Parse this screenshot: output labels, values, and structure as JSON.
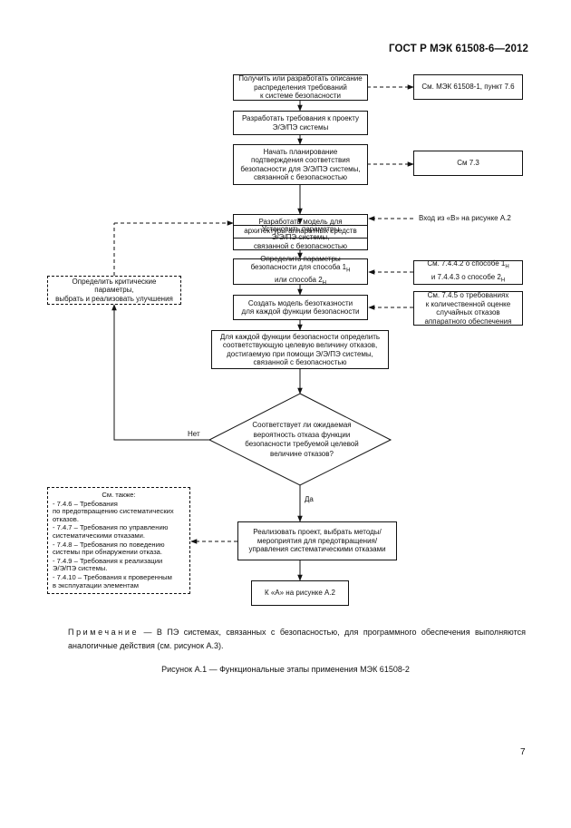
{
  "header": {
    "title": "ГОСТ Р МЭК 61508-6—2012"
  },
  "boxes": {
    "b1": "Получить или разработать описание\nраспределения требований\nк системе безопасности",
    "b2": "Разработать требования к проекту\nЭ/Э/ПЭ системы",
    "b3": "Начать планирование\nподтверждения соответствия\nбезопасности для Э/Э/ПЭ системы,\nсвязанной с безопасностью",
    "b4": "Разработать модель для\nархитектуры аппаратных средств",
    "b5": "Установить параметры\nЭ/Э/ПЭ системы,\nсвязанной с безопасностью",
    "b6_line1": "Определить параметры",
    "b6_line2a": "безопасности для способа 1",
    "b6_line3a": "или способа 2",
    "b6_sub": "Н",
    "b7": "Создать модель безотказности\nдля каждой функции безопасности",
    "b8": "Для каждой функции безопасности определить\nсоответствующую целевую величину отказов,\nдостигаемую при помощи Э/Э/ПЭ системы,\nсвязанной с безопасностью",
    "diamond": "Соответствует ли ожидаемая\nвероятность отказа функции\nбезопасности требуемой целевой\nвеличине отказов?",
    "b9": "Реализовать проект, выбрать методы/\nмероприятия для предотвращения/\nуправления систематическими отказами",
    "b10": "К «А» на рисунке А.2"
  },
  "side": {
    "r1": "См. МЭК 61508-1, пункт 7.6",
    "r2": "См 7.3",
    "r3": "Вход из «В» на рисунке А.2",
    "r4_line1a": "См. 7.4.4.2 о способе 1",
    "r4_line2a": "и 7.4.4.3 о способе 2",
    "r4_sub": "Н",
    "r5": "См. 7.4.5 о требованиях\nк количественной оценке\nслучайных отказов\nаппаратного обеспечения",
    "left": "Определить критические параметры,\nвыбрать и реализовать улучшения"
  },
  "labels": {
    "no": "Нет",
    "yes": "Да"
  },
  "see_also": {
    "title": "См. также:",
    "items": [
      "- 7.4.6 – Требования\n  по предотвращению систематических\n  отказов.",
      "- 7.4.7 – Требования по управлению\n  систематическими отказами.",
      "- 7.4.8 – Требования по поведению\n  системы при обнаружении отказа.",
      "- 7.4.9 – Требования к реализации\n  Э/Э/ПЭ системы.",
      "- 7.4.10 – Требования к проверенным\n  в эксплуатации элементам"
    ]
  },
  "note": {
    "prefix": "Примечание",
    "text": "— В ПЭ системах, связанных с безопасностью, для программного обеспечения выполняются аналогичные действия (см. рисунок А.3)."
  },
  "caption": "Рисунок А.1 — Функциональные этапы применения МЭК 61508-2",
  "page_number": "7"
}
